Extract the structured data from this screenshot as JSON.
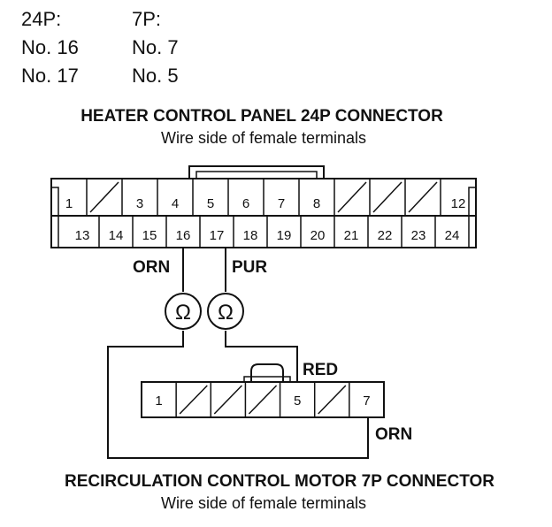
{
  "pin_table": {
    "columns": [
      {
        "header": "24P:",
        "values": [
          "No. 16",
          "No. 17"
        ]
      },
      {
        "header": "7P:",
        "values": [
          "No. 7",
          "No. 5"
        ]
      }
    ]
  },
  "connector_24p": {
    "title": "HEATER CONTROL PANEL 24P CONNECTOR",
    "subtitle": "Wire side of female terminals",
    "top_row": [
      "1",
      "",
      "3",
      "4",
      "5",
      "6",
      "7",
      "8",
      "",
      "",
      "",
      "12"
    ],
    "bottom_row": [
      "13",
      "14",
      "15",
      "16",
      "17",
      "18",
      "19",
      "20",
      "21",
      "22",
      "23",
      "24"
    ]
  },
  "connector_7p": {
    "title": "RECIRCULATION CONTROL MOTOR 7P CONNECTOR",
    "subtitle": "Wire side of female terminals",
    "cells": [
      "1",
      "",
      "",
      "",
      "5",
      "",
      "7"
    ]
  },
  "wires": {
    "orn_24p": "ORN",
    "pur_24p": "PUR",
    "red_7p": "RED",
    "orn_7p": "ORN"
  },
  "meters": [
    {
      "symbol": "Ω"
    },
    {
      "symbol": "Ω"
    }
  ]
}
